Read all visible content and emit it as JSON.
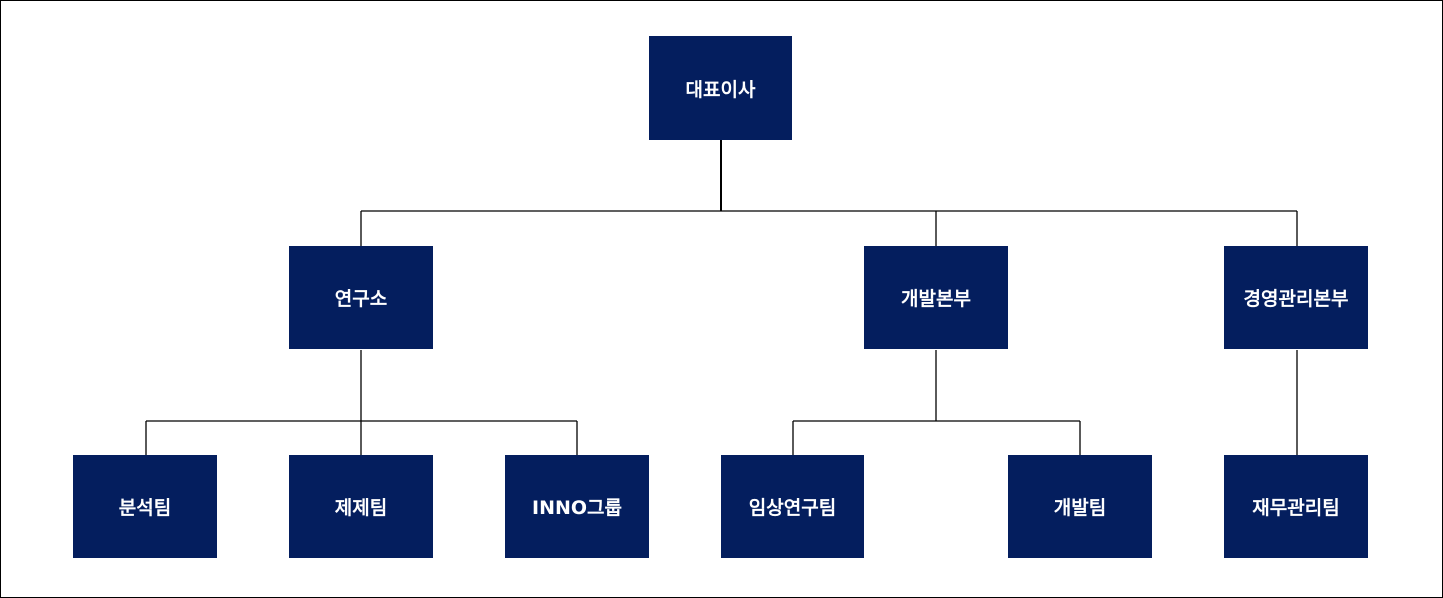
{
  "colors": {
    "box": "#041e5e",
    "line": "#000000",
    "text": "#ffffff"
  },
  "ceo": {
    "label": "대표이사"
  },
  "divisions": [
    {
      "label": "연구소",
      "teams": [
        "분석팀",
        "제제팀",
        "INNO그룹"
      ]
    },
    {
      "label": "개발본부",
      "teams": [
        "임상연구팀",
        "개발팀"
      ]
    },
    {
      "label": "경영관리본부",
      "teams": [
        "재무관리팀"
      ]
    }
  ]
}
